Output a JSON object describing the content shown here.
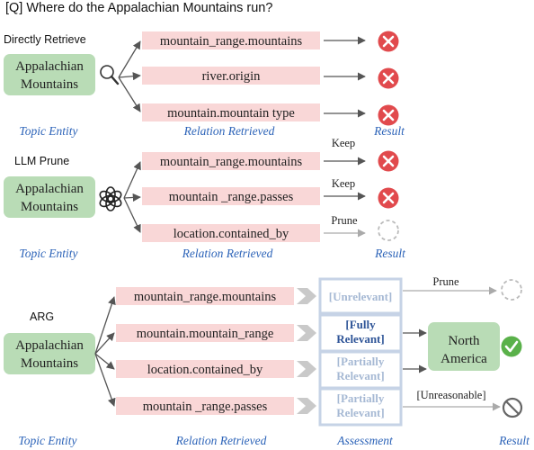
{
  "question": "[Q] Where do the Appalachian Mountains run?",
  "colors": {
    "entity_fill": "#b9dcb6",
    "relation_fill": "#f9d7d7",
    "fail": "#e14a4d",
    "success": "#5ab14a",
    "assess_border": "#c6d3e6",
    "assess_text": "#a6b9d4",
    "assess_strong": "#2e5497",
    "label_blue": "#2c63b8",
    "arrow": "#555555",
    "arrow_light": "#aaaaaa"
  },
  "section1": {
    "heading": "Directly Retrieve",
    "entity": [
      "Appalachian",
      "Mountains"
    ],
    "relations": [
      "mountain_range.mountains",
      "river.origin",
      "mountain.mountain type"
    ],
    "col_labels": {
      "topic": "Topic Entity",
      "relation": "Relation Retrieved",
      "result": "Result"
    }
  },
  "section2": {
    "heading": "LLM Prune",
    "entity": [
      "Appalachian",
      "Mountains"
    ],
    "relations": [
      "mountain_range.mountains",
      "mountain _range.passes",
      "location.contained_by"
    ],
    "edge_labels": [
      "Keep",
      "Keep",
      "Prune"
    ],
    "col_labels": {
      "topic": "Topic Entity",
      "relation": "Relation Retrieved",
      "result": "Result"
    }
  },
  "section3": {
    "heading": "ARG",
    "entity": [
      "Appalachian",
      "Mountains"
    ],
    "relations": [
      "mountain_range.mountains",
      "mountain.mountain_range",
      "location.contained_by",
      "mountain _range.passes"
    ],
    "assessments": [
      [
        "[Unrelevant]"
      ],
      [
        "[Fully",
        "Relevant]"
      ],
      [
        "[Partially",
        "Relevant]"
      ],
      [
        "[Partially",
        "Relevant]"
      ]
    ],
    "edge_labels": {
      "prune": "Prune",
      "unreasonable": "[Unreasonable]"
    },
    "answer": [
      "North",
      "America"
    ],
    "col_labels": {
      "topic": "Topic Entity",
      "relation": "Relation Retrieved",
      "assessment": "Assessment",
      "result": "Result"
    }
  }
}
